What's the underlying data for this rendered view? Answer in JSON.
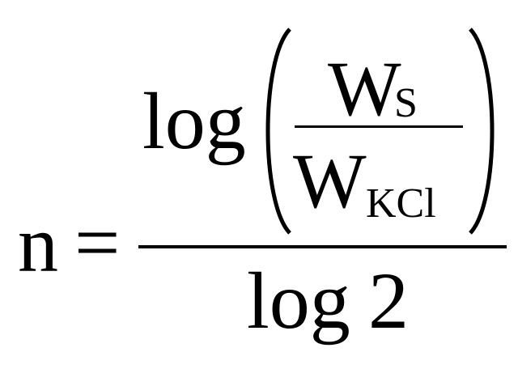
{
  "formula": {
    "lhs": "n",
    "equals": "=",
    "numerator": {
      "log": "log",
      "inner_fraction": {
        "numerator_base": "W",
        "numerator_subscript": "S",
        "denominator_base": "W",
        "denominator_subscript": "KCl"
      }
    },
    "denominator": {
      "log": "log",
      "argument": "2"
    }
  },
  "colors": {
    "ink": "#000000",
    "background": "#ffffff"
  }
}
